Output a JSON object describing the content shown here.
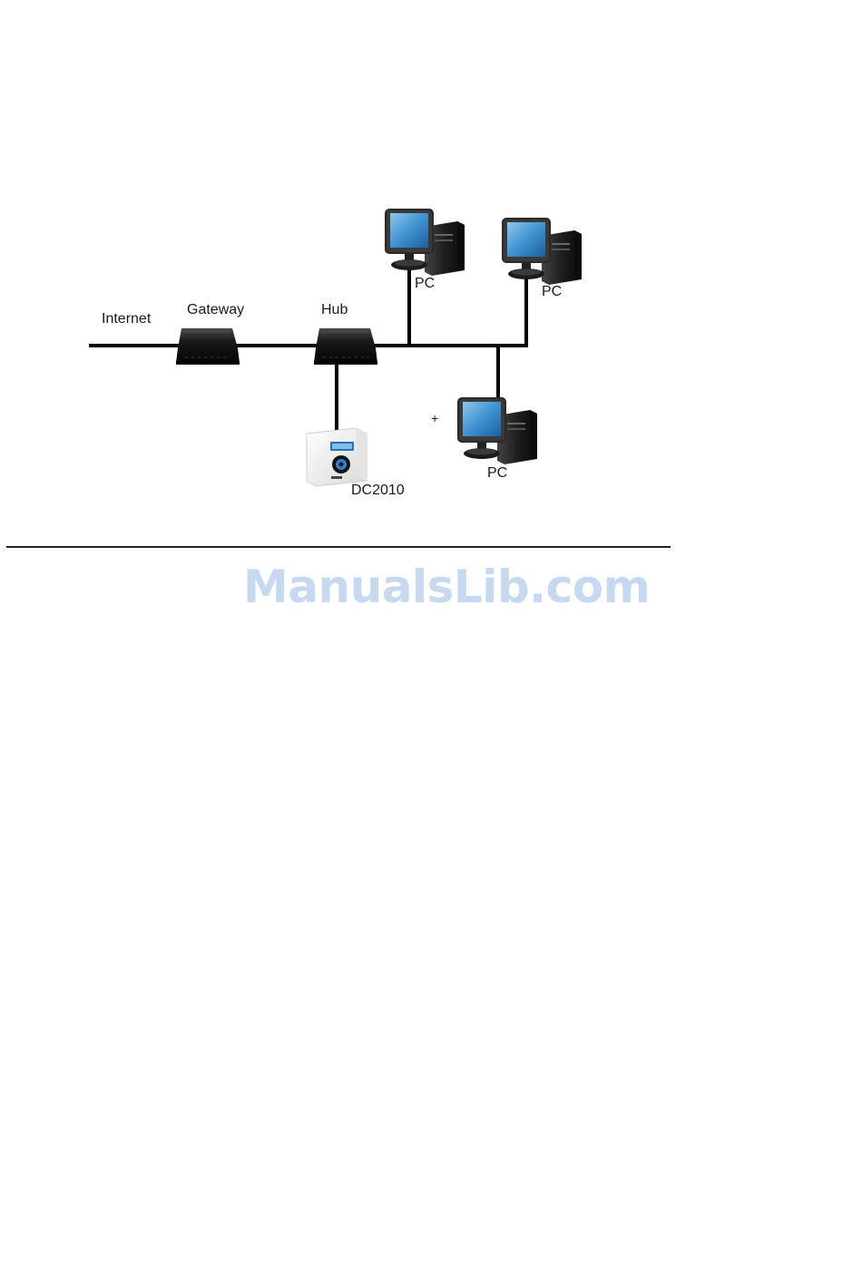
{
  "diagram": {
    "labels": {
      "internet": "Internet",
      "gateway": "Gateway",
      "hub": "Hub",
      "pc_top_left": "PC",
      "pc_top_right": "PC",
      "pc_bottom": "PC",
      "dc2010": "DC2010",
      "plus_mark": "+"
    },
    "icons": {
      "gateway": "router-icon",
      "hub": "router-icon",
      "pc": "desktop-computer-icon",
      "dc2010": "media-device-icon"
    },
    "colors": {
      "cable": "#000000",
      "screen": "#2f86c9",
      "device_body": "#1a1a1a",
      "media_device": "#f2f2f2"
    }
  },
  "watermark": "ManualsLib.com"
}
